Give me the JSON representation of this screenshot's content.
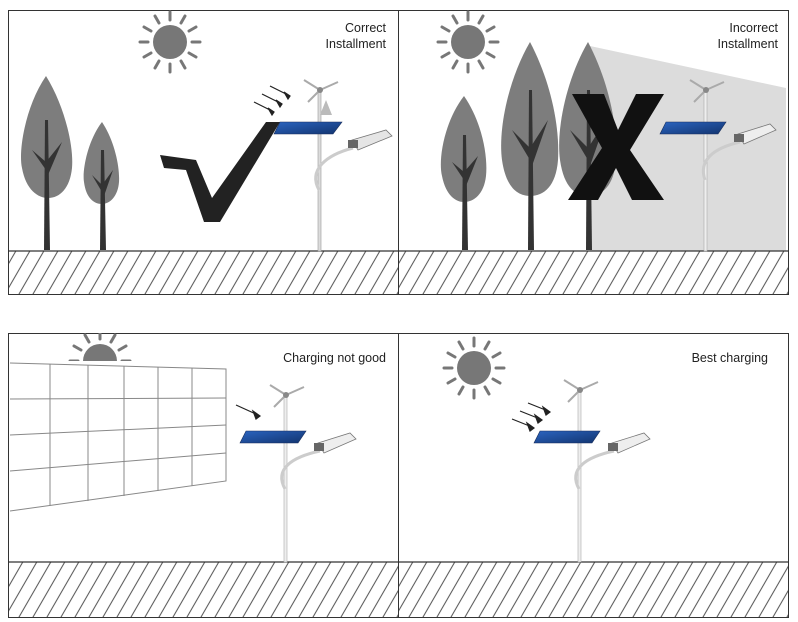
{
  "panels": [
    {
      "id": "correct",
      "caption_lines": [
        "Correct",
        "Installment"
      ]
    },
    {
      "id": "incorrect",
      "caption_lines": [
        "Incorrect",
        "Installment"
      ]
    },
    {
      "id": "charging-not-good",
      "caption_lines": [
        "Charging not good"
      ]
    },
    {
      "id": "best-charging",
      "caption_lines": [
        "Best charging"
      ]
    }
  ],
  "colors": {
    "border": "#333333",
    "sun": "#777777",
    "tree": "#7d7d7d",
    "tree_trunk": "#333333",
    "panel_blue": "#1f4f9e",
    "shadow": "#dcdcdc",
    "mark": "#222222",
    "wall": "#888888"
  },
  "icons": {
    "check": "check-mark-icon",
    "cross": "cross-mark-icon",
    "sun": "sun-icon",
    "light": "solar-street-light-icon"
  }
}
